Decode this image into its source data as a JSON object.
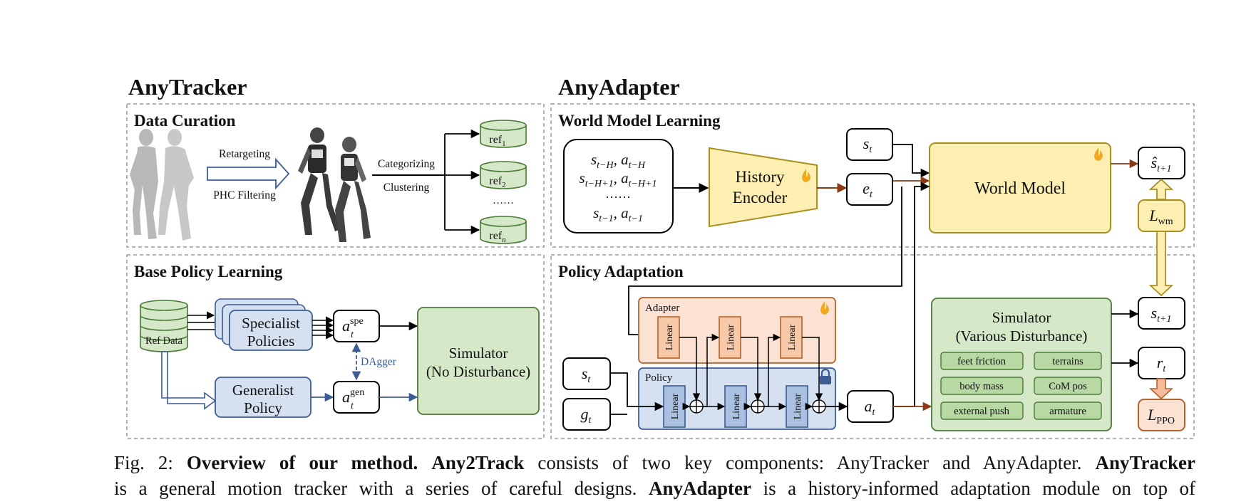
{
  "sections": {
    "tracker_title": "AnyTracker",
    "adapter_title": "AnyAdapter",
    "data_curation": "Data Curation",
    "world_model_learning": "World Model Learning",
    "base_policy_learning": "Base Policy Learning",
    "policy_adaptation": "Policy Adaptation"
  },
  "data_curation": {
    "retargeting": "Retargeting",
    "phc_filtering": "PHC Filtering",
    "categorizing": "Categorizing",
    "clustering": "Clustering",
    "refs": [
      {
        "base": "ref",
        "sub": "1"
      },
      {
        "base": "ref",
        "sub": "2"
      },
      {
        "base": "ref",
        "sub": "n"
      }
    ],
    "ellipsis": "……"
  },
  "world_model": {
    "history_lines": [
      {
        "a": "s",
        "as": "t−H",
        "b": "a",
        "bs": "t−H"
      },
      {
        "a": "s",
        "as": "t−H+1",
        "b": "a",
        "bs": "t−H+1"
      },
      {
        "dots": "……"
      },
      {
        "a": "s",
        "as": "t−1",
        "b": "a",
        "bs": "t−1"
      }
    ],
    "history_encoder_l1": "History",
    "history_encoder_l2": "Encoder",
    "s_t": {
      "base": "s",
      "sub": "t"
    },
    "e_t": {
      "base": "e",
      "sub": "t"
    },
    "world_model": "World Model",
    "s_hat": {
      "base": "ŝ",
      "sub": "t+1"
    },
    "l_wm": {
      "base": "L",
      "sub": "wm"
    }
  },
  "base_policy": {
    "ref_data": "Ref Data",
    "specialist_l1": "Specialist",
    "specialist_l2": "Policies",
    "generalist_l1": "Generalist",
    "generalist_l2": "Policy",
    "a_spe": {
      "base": "a",
      "sub": "t",
      "sup": "spe"
    },
    "a_gen": {
      "base": "a",
      "sub": "t",
      "sup": "gen"
    },
    "dagger": "DAgger",
    "simulator_l1": "Simulator",
    "simulator_l2": "(No Disturbance)"
  },
  "policy_adaptation": {
    "adapter": "Adapter",
    "policy": "Policy",
    "linear": "Linear",
    "s_t": {
      "base": "s",
      "sub": "t"
    },
    "g_t": {
      "base": "g",
      "sub": "t"
    },
    "a_t": {
      "base": "a",
      "sub": "t"
    },
    "simulator_l1": "Simulator",
    "simulator_l2": "(Various Disturbance)",
    "disturbances": [
      "feet friction",
      "terrains",
      "body mass",
      "CoM pos",
      "external push",
      "armature"
    ],
    "s_next": {
      "base": "s",
      "sub": "t+1"
    },
    "r_t": {
      "base": "r",
      "sub": "t"
    },
    "l_ppo": {
      "base": "L",
      "sub": "PPO"
    }
  },
  "caption": {
    "fig": "Fig. 2:",
    "bold1": "Overview of our method.",
    "bold2": "Any2Track",
    "t1": "consists of two key components: AnyTracker and AnyAdapter.",
    "bold3": "AnyTracker",
    "t2": "is a general motion tracker with a series of careful designs.",
    "bold4": "AnyAdapter",
    "t3": "is a history-informed adaptation module on top of"
  },
  "colors": {
    "green_fill": "#d5e8c8",
    "green_stroke": "#4a7a36",
    "yellow_fill": "#fdefb2",
    "yellow_stroke": "#a8901e",
    "blue_fill": "#d5e0f0",
    "blue_stroke": "#3b5c95",
    "orange_fill": "#fbe2d3",
    "orange_stroke": "#b5622a",
    "arrow_brown": "#8b3a14"
  }
}
